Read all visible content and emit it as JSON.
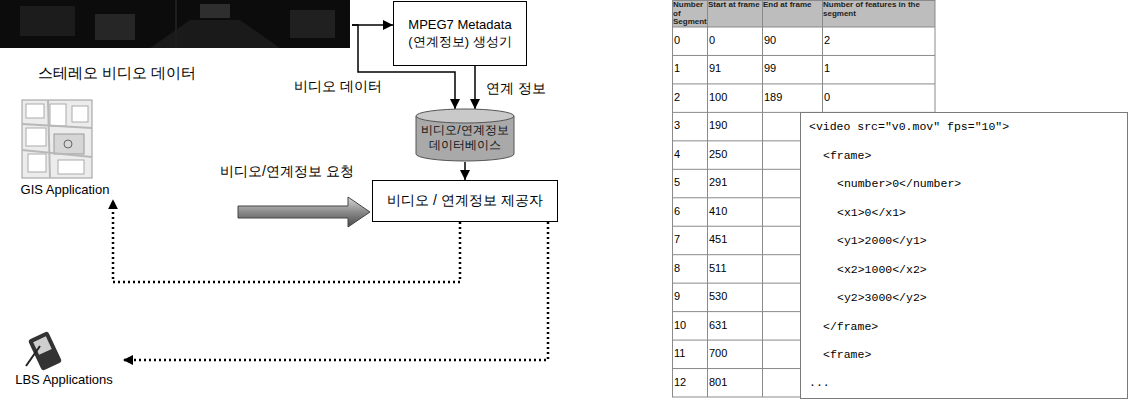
{
  "diagram": {
    "nodes": [
      {
        "text": [
          "스테레오 비디오 데이터"
        ]
      },
      {
        "text": [
          "MPEG7 Metadata (연계정보) 생성기"
        ]
      },
      {
        "text": [
          "비디오/연계정보 데이터베이스"
        ]
      },
      {
        "text": [
          "비디오 / 연계정보 제공자"
        ]
      },
      {
        "text": [
          "GIS Application"
        ]
      },
      {
        "text": [
          "LBS Applications"
        ]
      },
      {
        "text": [
          "<video src=\"v0.mov\" fps=\"10\">",
          "<frame>",
          "<number>0</number>",
          "<x1>0</x1>",
          "<y1>2000</y1>",
          "<x2>1000</x2>",
          "<y2>3000</y2>",
          "</frame>",
          "<frame>",
          "..."
        ]
      }
    ],
    "edges": [
      {
        "from": 0,
        "to": 1,
        "arrow": "to"
      },
      {
        "from": 0,
        "to": 2,
        "arrow": "to",
        "label": "비디오 데이터"
      },
      {
        "from": 1,
        "to": 2,
        "arrow": "to",
        "label": "연계 정보"
      },
      {
        "from": 2,
        "to": 3,
        "arrow": "to"
      },
      {
        "from": 3,
        "to": 4,
        "arrow": "to"
      },
      {
        "from": 3,
        "to": 5,
        "arrow": "to"
      }
    ],
    "labels": [
      "비디오/연계정보 요청",
      "Number of Segment",
      "Start at frame",
      "End at frame",
      "Number of features in the segment",
      "0",
      "0",
      "90",
      "2",
      "1",
      "91",
      "99",
      "1",
      "2",
      "100",
      "189",
      "0",
      "3",
      "190",
      "4",
      "250",
      "5",
      "291",
      "6",
      "410",
      "7",
      "451",
      "8",
      "511",
      "9",
      "530",
      "10",
      "631",
      "11",
      "700",
      "12",
      "801"
    ]
  }
}
